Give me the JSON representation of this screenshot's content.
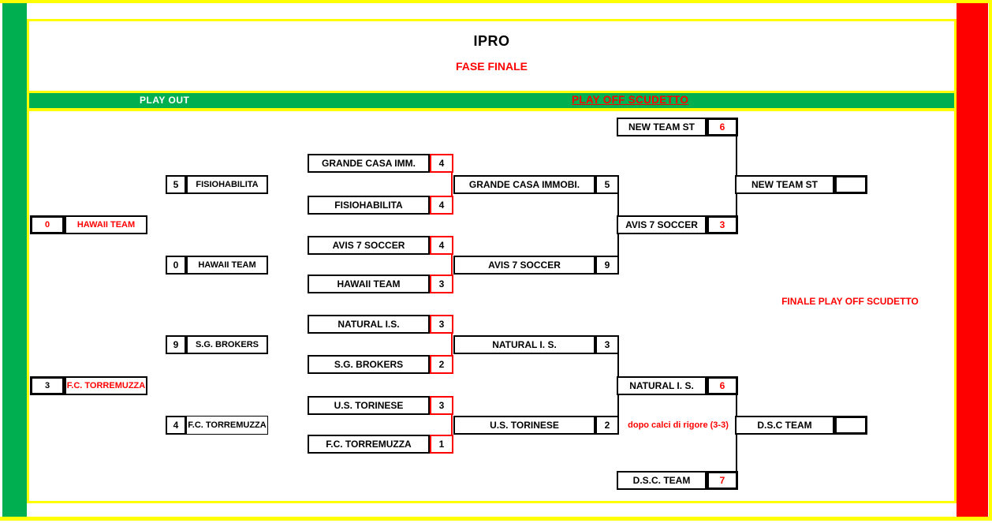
{
  "header": {
    "title": "IPRO",
    "subtitle": "FASE FINALE"
  },
  "sections": {
    "play_out": "PLAY OUT",
    "play_off": "PLAY OFF SCUDETTO"
  },
  "labels": {
    "finale": "FINALE PLAY OFF SCUDETTO",
    "rigore": "dopo calci di rigore (3-3)"
  },
  "palette": {
    "green": "#00B050",
    "yellow": "#FFFF00",
    "red": "#FF0000"
  },
  "bracket": {
    "playout_final": [
      {
        "score": "0",
        "team": "HAWAII TEAM",
        "score_color": "#FF0000",
        "team_color": "#FF0000"
      },
      {
        "score": "3",
        "team": "F.C. TORREMUZZA",
        "score_color": "#000000",
        "team_color": "#FF0000"
      }
    ],
    "playout_semi": [
      {
        "score": "5",
        "team": "FISIOHABILITA",
        "score_color": "#000000",
        "team_color": "#000000"
      },
      {
        "score": "0",
        "team": "HAWAII TEAM",
        "score_color": "#000000",
        "team_color": "#000000"
      },
      {
        "score": "9",
        "team": "S.G. BROKERS",
        "score_color": "#000000",
        "team_color": "#000000"
      },
      {
        "score": "4",
        "team": "F.C. TORREMUZZA",
        "score_color": "#000000",
        "team_color": "#000000"
      }
    ],
    "quarter_legs": [
      {
        "team": "GRANDE CASA IMM.",
        "score": "4",
        "score_color": "#000000",
        "team_color": "#000000"
      },
      {
        "team": "FISIOHABILITA",
        "score": "4",
        "score_color": "#000000",
        "team_color": "#000000"
      },
      {
        "team": "AVIS 7 SOCCER",
        "score": "4",
        "score_color": "#000000",
        "team_color": "#000000"
      },
      {
        "team": "HAWAII TEAM",
        "score": "3",
        "score_color": "#000000",
        "team_color": "#000000"
      },
      {
        "team": "NATURAL I.S.",
        "score": "3",
        "score_color": "#000000",
        "team_color": "#000000"
      },
      {
        "team": "S.G. BROKERS",
        "score": "2",
        "score_color": "#000000",
        "team_color": "#000000"
      },
      {
        "team": "U.S. TORINESE",
        "score": "3",
        "score_color": "#000000",
        "team_color": "#000000"
      },
      {
        "team": "F.C. TORREMUZZA",
        "score": "1",
        "score_color": "#000000",
        "team_color": "#000000"
      }
    ],
    "quarter_winners": [
      {
        "team": "GRANDE CASA IMMOBI.",
        "score": "5",
        "score_color": "#000000",
        "team_color": "#000000"
      },
      {
        "team": "AVIS 7 SOCCER",
        "score": "9",
        "score_color": "#000000",
        "team_color": "#000000"
      },
      {
        "team": "NATURAL I. S.",
        "score": "3",
        "score_color": "#000000",
        "team_color": "#000000"
      },
      {
        "team": "U.S. TORINESE",
        "score": "2",
        "score_color": "#000000",
        "team_color": "#000000"
      }
    ],
    "semifinalists": [
      {
        "team": "NEW TEAM ST",
        "score": "6",
        "score_color": "#FF0000",
        "team_color": "#000000"
      },
      {
        "team": "AVIS 7 SOCCER",
        "score": "3",
        "score_color": "#FF0000",
        "team_color": "#000000"
      },
      {
        "team": "NATURAL I. S.",
        "score": "6",
        "score_color": "#FF0000",
        "team_color": "#000000"
      },
      {
        "team": "D.S.C. TEAM",
        "score": "7",
        "score_color": "#FF0000",
        "team_color": "#000000"
      }
    ],
    "finalists": [
      {
        "team": "NEW TEAM ST",
        "score": "",
        "score_color": "#000000",
        "team_color": "#000000"
      },
      {
        "team": "D.S.C TEAM",
        "score": "",
        "score_color": "#000000",
        "team_color": "#000000"
      }
    ]
  }
}
